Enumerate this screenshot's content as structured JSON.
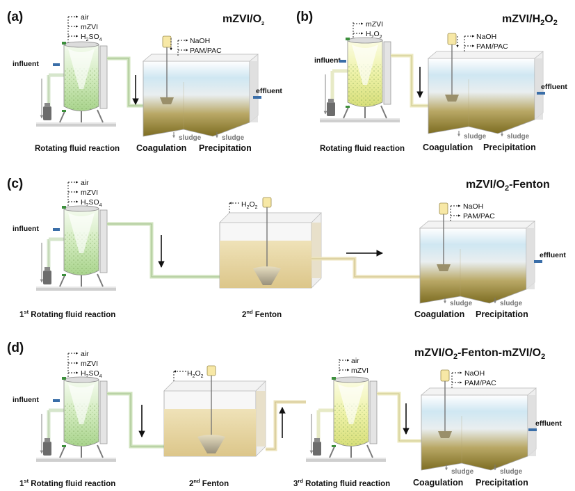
{
  "panels": {
    "a": {
      "label": "(a)",
      "title_main": "mZVI/O",
      "title_sub": "2",
      "reactor_inputs": [
        {
          "text": "air",
          "sub": "",
          "tail": ""
        },
        {
          "text": "mZVI",
          "sub": "",
          "tail": ""
        },
        {
          "text": "H",
          "sub": "2",
          "tail": "SO",
          "sub2": "4"
        }
      ],
      "tank_inputs": [
        "NaOH",
        "PAM/PAC"
      ],
      "influent": "influent",
      "effluent": "effluent",
      "sludge": "sludge",
      "captions": {
        "reactor": "Rotating fluid reaction",
        "coag": "Coagulation",
        "precip": "Precipitation"
      }
    },
    "b": {
      "label": "(b)",
      "title_main": "mZVI/H",
      "title_sub": "2",
      "title_tail": "O",
      "title_sub2": "2",
      "reactor_inputs": [
        {
          "text": "mZVI",
          "sub": "",
          "tail": ""
        },
        {
          "text": "H",
          "sub": "2",
          "tail": "O",
          "sub2": "2"
        }
      ],
      "tank_inputs": [
        "NaOH",
        "PAM/PAC"
      ],
      "influent": "influent",
      "effluent": "effluent",
      "sludge": "sludge",
      "captions": {
        "reactor": "Rotating fluid reaction",
        "coag": "Coagulation",
        "precip": "Precipitation"
      }
    },
    "c": {
      "label": "(c)",
      "title_main": "mZVI/O",
      "title_sub": "2",
      "title_tail": "-Fenton",
      "reactor_inputs": [
        {
          "text": "air",
          "sub": "",
          "tail": ""
        },
        {
          "text": "mZVI",
          "sub": "",
          "tail": ""
        },
        {
          "text": "H",
          "sub": "2",
          "tail": "SO",
          "sub2": "4"
        }
      ],
      "fenton_input": {
        "text": "H",
        "sub": "2",
        "tail": "O",
        "sub2": "2"
      },
      "tank_inputs": [
        "NaOH",
        "PAM/PAC"
      ],
      "influent": "influent",
      "effluent": "effluent",
      "sludge": "sludge",
      "captions": {
        "reactor_num": "1",
        "reactor_sup": "st",
        "reactor": " Rotating fluid reaction",
        "fenton_num": "2",
        "fenton_sup": "nd",
        "fenton": " Fenton",
        "coag": "Coagulation",
        "precip": "Precipitation"
      }
    },
    "d": {
      "label": "(d)",
      "title_main": "mZVI/O",
      "title_sub": "2",
      "title_tail": "-Fenton-mZVI/O",
      "title_sub2": "2",
      "reactor_inputs": [
        {
          "text": "air",
          "sub": "",
          "tail": ""
        },
        {
          "text": "mZVI",
          "sub": "",
          "tail": ""
        },
        {
          "text": "H",
          "sub": "2",
          "tail": "SO",
          "sub2": "4"
        }
      ],
      "fenton_input": {
        "text": "H",
        "sub": "2",
        "tail": "O",
        "sub2": "2"
      },
      "reactor2_inputs": [
        {
          "text": "air",
          "sub": "",
          "tail": ""
        },
        {
          "text": "mZVI",
          "sub": "",
          "tail": ""
        }
      ],
      "tank_inputs": [
        "NaOH",
        "PAM/PAC"
      ],
      "influent": "influent",
      "effluent": "effluent",
      "sludge": "sludge",
      "captions": {
        "reactor_num": "1",
        "reactor_sup": "st",
        "reactor": " Rotating fluid reaction",
        "fenton_num": "2",
        "fenton_sup": "nd",
        "fenton": " Fenton",
        "reactor2_num": "3",
        "reactor2_sup": "rd",
        "reactor2": " Rotating fluid reaction",
        "coag": "Coagulation",
        "precip": "Precipitation"
      }
    }
  },
  "colors": {
    "green_liquid": "#cfe8b8",
    "yellow_liquid": "#eef0a0",
    "fenton_liquid": "#e6d39a",
    "sludge_brown": "#8a7a2a",
    "water_blue": "#cfe7f2"
  }
}
